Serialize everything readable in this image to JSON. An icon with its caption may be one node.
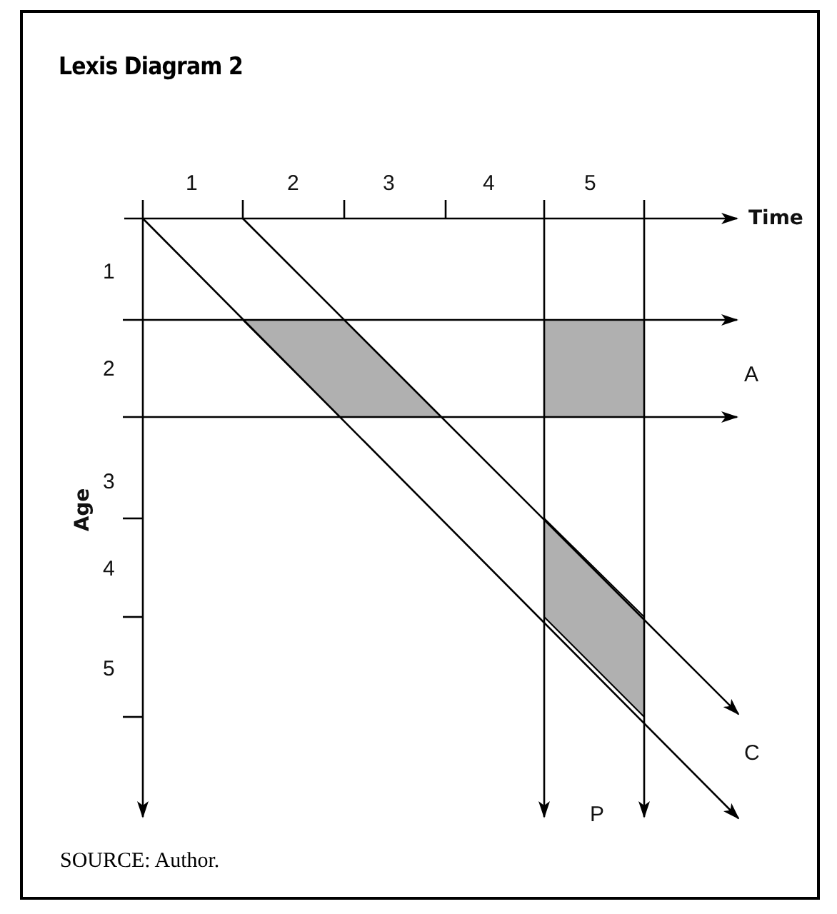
{
  "diagram": {
    "title": "Lexis Diagram 2",
    "caption": "SOURCE: Author.",
    "labels": [
      "1",
      "2",
      "3",
      "4",
      "5",
      "Time",
      "1",
      "2",
      "A",
      "Age",
      "3",
      "4",
      "5",
      "C",
      "P"
    ]
  }
}
